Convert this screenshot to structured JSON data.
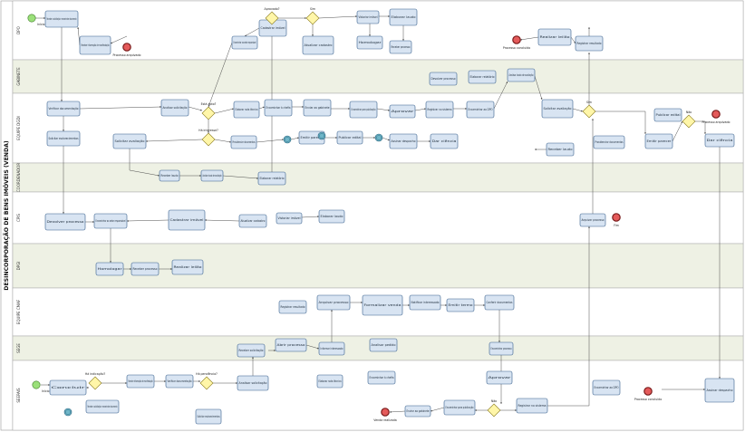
{
  "pool_title": "DESINCORPORAÇÃO DE BENS IMÓVEIS (VENDA)",
  "lanes": [
    {
      "label": "DPO"
    },
    {
      "label": "GABINETE"
    },
    {
      "label": "EQUIPE DGDI"
    },
    {
      "label": "COORDENADOR"
    },
    {
      "label": "CPIS"
    },
    {
      "label": "DPGI"
    },
    {
      "label": "EQUIPE CMAF"
    },
    {
      "label": "SEGE"
    },
    {
      "label": "SEEPAIS"
    }
  ],
  "tasks": [
    {
      "text": "Receber a solicitação e encaminhar documento"
    },
    {
      "text": "Receber informação de manifestação"
    },
    {
      "text": "Verificar documentação"
    },
    {
      "text": "Solicitar esclarecimentos"
    },
    {
      "text": "Analisar solicitação"
    },
    {
      "text": "Elaborar nota técnica"
    },
    {
      "text": "Encaminhar à chefia"
    },
    {
      "text": "Enviar ao gabinete"
    },
    {
      "text": "Encaminhar para publicação"
    },
    {
      "text": "Aprovar"
    },
    {
      "text": "Registrar no sistema"
    },
    {
      "text": "Encaminhar ao DPO"
    },
    {
      "text": "Assinar despacho"
    },
    {
      "text": "Dar ciência"
    },
    {
      "text": "Emitir parecer"
    },
    {
      "text": "Publicar edital"
    },
    {
      "text": "Providenciar documentos"
    },
    {
      "text": "Solicitar avaliação"
    },
    {
      "text": "Receber laudo"
    },
    {
      "text": "Analisar laudo de avaliação"
    },
    {
      "text": "Elaborar relatório"
    },
    {
      "text": "Devolver processo"
    },
    {
      "text": "Encaminhar ao setor responsável"
    },
    {
      "text": "Cadastrar imóvel"
    },
    {
      "text": "Atualizar cadastro"
    },
    {
      "text": "Vistoriar imóvel"
    },
    {
      "text": "Elaborar laudo"
    },
    {
      "text": "Homologar"
    },
    {
      "text": "Receber processo"
    },
    {
      "text": "Realizar leilão"
    },
    {
      "text": "Registrar resultado"
    },
    {
      "text": "Arquivar processo"
    },
    {
      "text": "Formalizar venda"
    },
    {
      "text": "Notificar interessado"
    },
    {
      "text": "Emitir termo"
    },
    {
      "text": "Conferir documentos"
    },
    {
      "text": "Receber solicitação"
    },
    {
      "text": "Abrir processo"
    },
    {
      "text": "Informar interessado"
    },
    {
      "text": "Analisar pedido"
    },
    {
      "text": "Encaminhar processo"
    },
    {
      "text": "Concluir"
    }
  ],
  "gateway_labels": [
    {
      "text": "Há indicação?"
    },
    {
      "text": "Há pendência?"
    },
    {
      "text": "Está apto?"
    },
    {
      "text": "Há interesse?"
    },
    {
      "text": "Aprovado?"
    },
    {
      "text": "Sim"
    },
    {
      "text": "Não"
    },
    {
      "text": "Sim"
    },
    {
      "text": "Não"
    }
  ],
  "end_labels": [
    {
      "text": "Processo arquivado"
    },
    {
      "text": "Processo concluído"
    },
    {
      "text": "Venda realizada"
    },
    {
      "text": "Fim"
    }
  ],
  "start_labels": [
    {
      "text": "Início"
    }
  ]
}
